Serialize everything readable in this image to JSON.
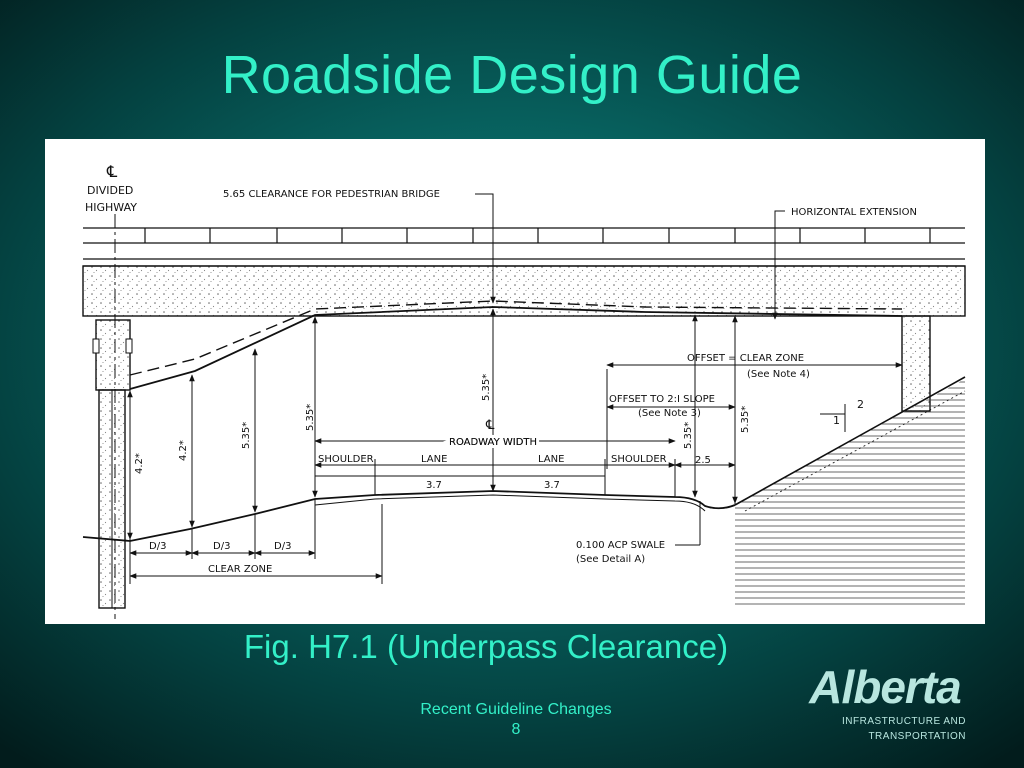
{
  "slide": {
    "title": "Roadside Design Guide",
    "caption": "Fig. H7.1 (Underpass Clearance)",
    "footer_line1": "Recent Guideline Changes",
    "footer_page": "8"
  },
  "logo": {
    "wordmark": "Alberta",
    "line1": "INFRASTRUCTURE AND",
    "line2": "TRANSPORTATION"
  },
  "diagram": {
    "cl_symbol": "℄",
    "divided_highway_1": "DIVIDED",
    "divided_highway_2": "HIGHWAY",
    "pedestrian_clearance": "5.65  CLEARANCE  FOR  PEDESTRIAN  BRIDGE",
    "horizontal_extension": "HORIZONTAL  EXTENSION",
    "offset_clear_zone": "OFFSET = CLEAR ZONE",
    "see_note_4": "(See Note 4)",
    "offset_slope": "OFFSET TO 2:I SLOPE",
    "see_note_3": "(See Note 3)",
    "roadway_width": "ROADWAY WIDTH",
    "shoulder_left": "SHOULDER",
    "shoulder_right": "SHOULDER",
    "lane_left": "LANE",
    "lane_right": "LANE",
    "lane_left_width": "3.7",
    "lane_right_width": "3.7",
    "shoulder_right_width": "2.5",
    "dim_42_a": "4.2*",
    "dim_42_b": "4.2*",
    "dim_535_a": "5.35*",
    "dim_535_b": "5.35*",
    "dim_535_center": "5.35*",
    "dim_535_right_a": "5.35*",
    "dim_535_right_b": "5.35*",
    "d3_1": "D/3",
    "d3_2": "D/3",
    "d3_3": "D/3",
    "clear_zone": "CLEAR  ZONE",
    "swale": "0.100  ACP  SWALE",
    "see_detail_a": "(See Detail A)",
    "slope_run": "2",
    "slope_rise": "1"
  }
}
